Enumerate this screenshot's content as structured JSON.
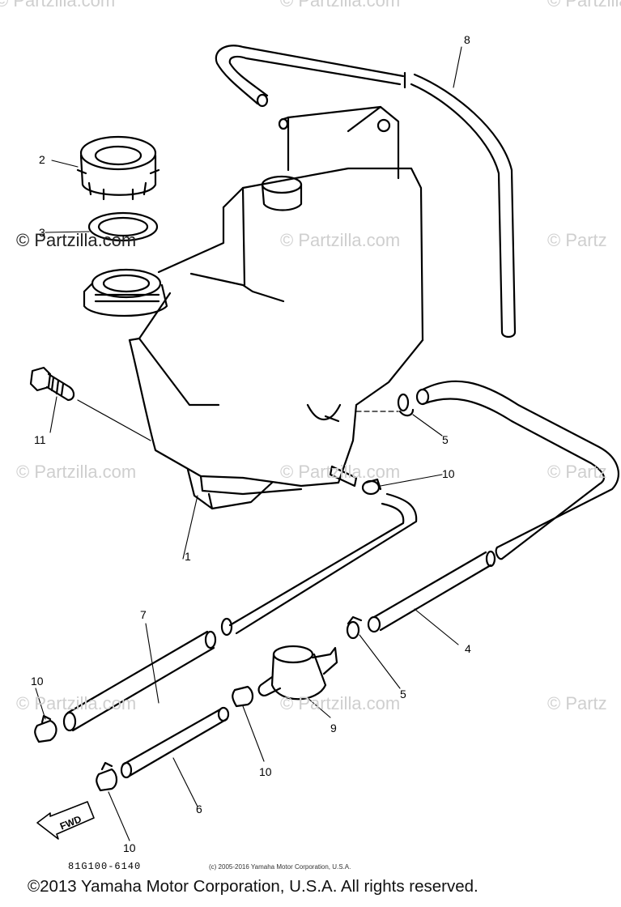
{
  "watermarks": {
    "text": "© Partzilla.com",
    "top_left": "© Partzilla.com",
    "top_middle": "© Partzilla.com",
    "top_right": "© Partzilla",
    "row2_left": "© Partzilla.com",
    "row2_middle": "© Partzilla.com",
    "row2_right": "© Partz",
    "row3_left": "© Partzilla.com",
    "row3_middle": "© Partzilla.com",
    "row3_right": "© Partz",
    "row4_left": "© Partzilla.com",
    "row4_middle": "© Partzilla.com",
    "row4_right": "© Partz"
  },
  "callouts": {
    "c1": "1",
    "c2": "2",
    "c3": "3",
    "c4": "4",
    "c5a": "5",
    "c5b": "5",
    "c6": "6",
    "c7": "7",
    "c8": "8",
    "c9": "9",
    "c10a": "10",
    "c10b": "10",
    "c10c": "10",
    "c10d": "10",
    "c11": "11"
  },
  "fwd_label": "FWD",
  "part_code": "81G100-6140",
  "mini_copyright": "(c) 2005-2016 Yamaha Motor Corporation, U.S.A.",
  "footer": "©2013 Yamaha Motor Corporation, U.S.A. All rights reserved.",
  "colors": {
    "line": "#000000",
    "watermark": "#cfcfcf",
    "background": "#ffffff"
  }
}
